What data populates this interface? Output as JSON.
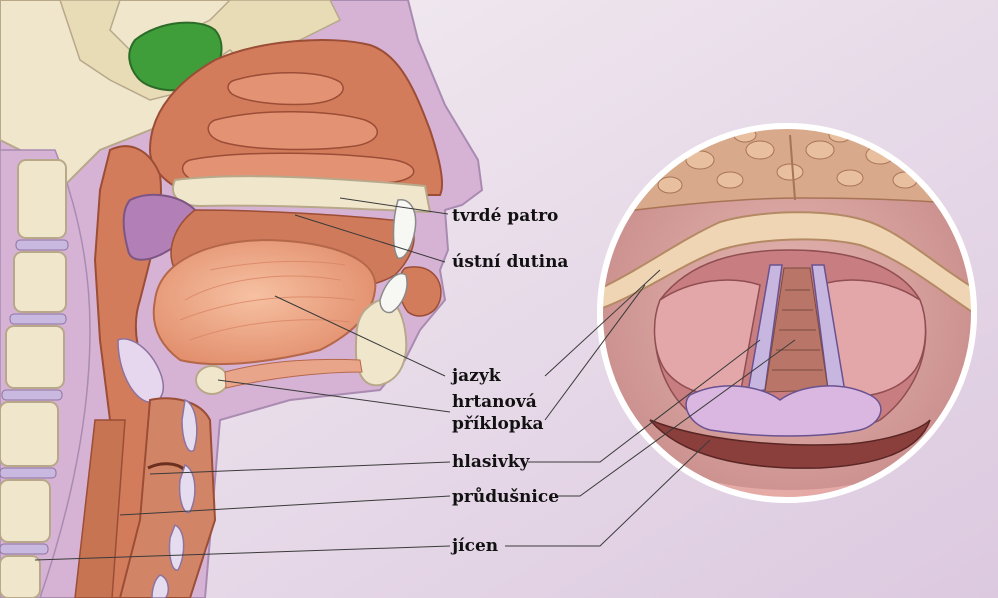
{
  "labels": {
    "tvrde_patro": "tvrdé patro",
    "ustni_dutina": "ústní dutina",
    "jazyk": "jazyk",
    "hrtanova_line1": "hrtanová",
    "hrtanova_line2": "příklopka",
    "hlasivky": "hlasivky",
    "prudusnice": "průdušnice",
    "jicen": "jícen"
  },
  "colors": {
    "background": "#e9dfea",
    "soft_tissue": "#d9b7d6",
    "muscle": "#d27c5c",
    "muscle_light": "#e9a58a",
    "bone": "#efe6cc",
    "sinus": "#3f9d3a",
    "cartilage": "#b9a6d6",
    "leader_line": "#3a3a3a"
  }
}
